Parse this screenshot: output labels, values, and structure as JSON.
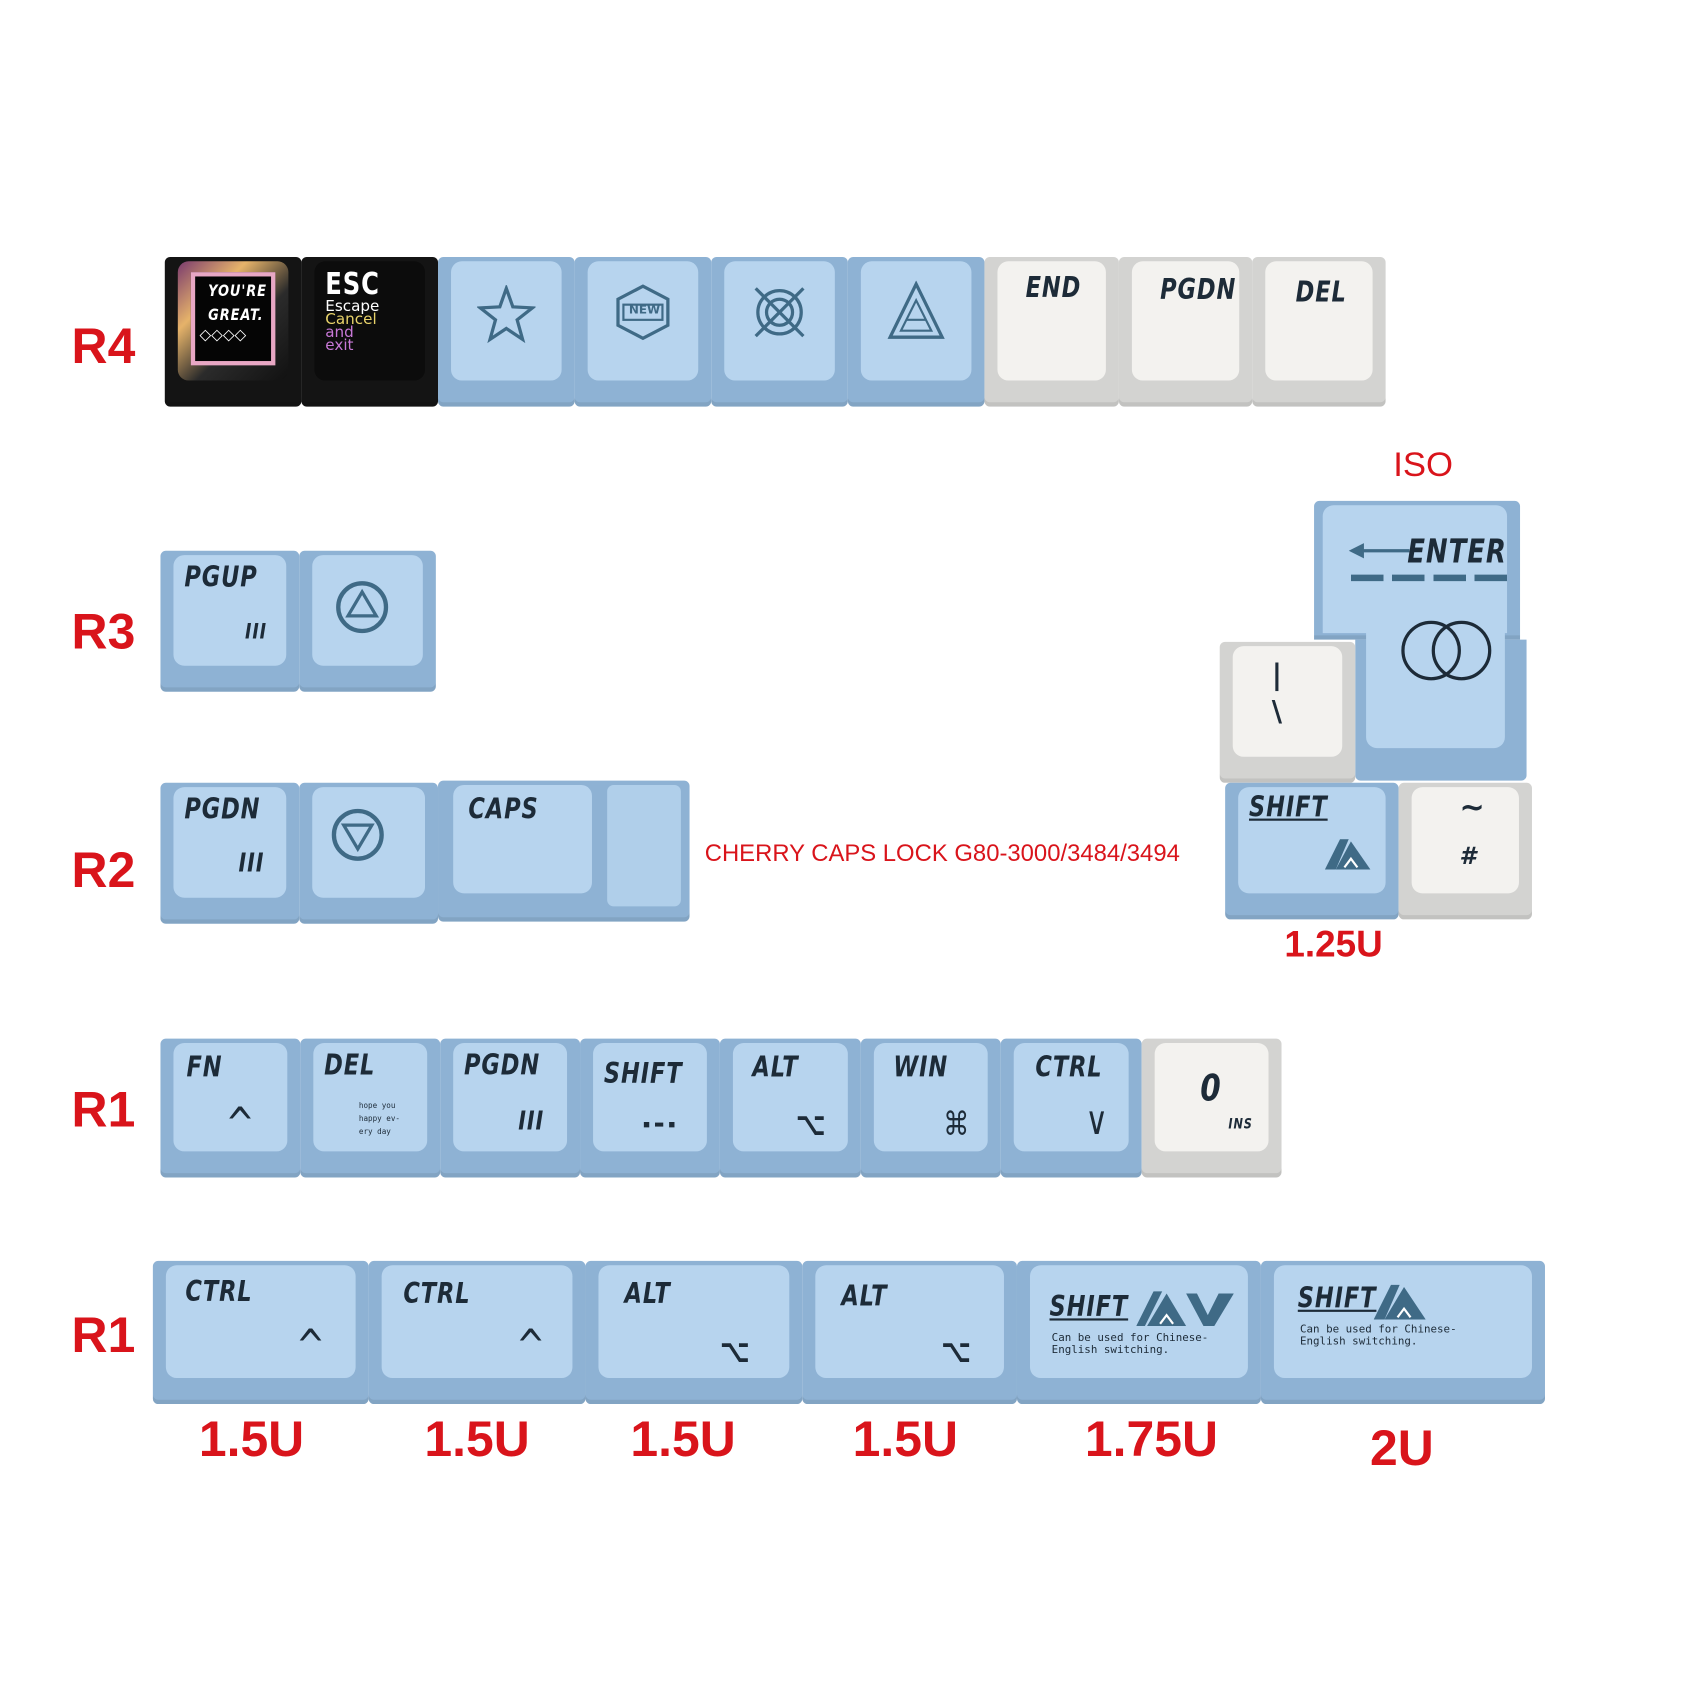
{
  "row_labels": {
    "r4": "R4",
    "r3": "R3",
    "r2": "R2",
    "r1_top": "R1",
    "r1_bottom": "R1"
  },
  "annotations": {
    "iso": "ISO",
    "cherry_note": "CHERRY CAPS LOCK G80-3000/3484/3494",
    "iso_shift_size": "1.25U"
  },
  "r4": {
    "youre_key": {
      "line1": "YOU'RE",
      "line2": "GREAT.",
      "symbols": "◇◇◇◇"
    },
    "esc_key": {
      "title": "ESC",
      "line1": "Escape",
      "line2": "Cancel",
      "line3": "and",
      "line4": "exit"
    },
    "icon_keys": [
      "star-icon",
      "new-hexagon-icon",
      "crossed-circle-icon",
      "triangle-a-icon"
    ],
    "new_badge": "NEW",
    "end": "END",
    "pgdn": "PGDN",
    "del": "DEL"
  },
  "r3": {
    "pgup": "PGUP",
    "pgup_sub": "III",
    "arrow_icon": "up-triangle-circle-icon"
  },
  "iso_block": {
    "enter": "ENTER",
    "enter_icon": "interlocking-rings-icon",
    "backslash_top": "|",
    "backslash_bottom": "\\",
    "shift": "SHIFT",
    "shift_icon": "mountain-logo-icon",
    "tilde": "~",
    "hash": "#"
  },
  "r2": {
    "pgdn": "PGDN",
    "pgdn_sub": "III",
    "arrow_icon": "down-triangle-circle-icon",
    "caps": "CAPS"
  },
  "r1_top": {
    "fn": "FN",
    "fn_sub": "^",
    "del": "DEL",
    "del_note": [
      "hope you",
      "happy ev-",
      "ery day"
    ],
    "pgdn": "PGDN",
    "pgdn_sub": "III",
    "shift": "SHIFT",
    "shift_sub": "▪ ▬ ▪",
    "alt": "ALT",
    "alt_sub": "⌥",
    "win": "WIN",
    "win_sub": "⌘",
    "ctrl": "CTRL",
    "ctrl_sub": "∨",
    "zero": "0",
    "zero_sub": "INS"
  },
  "r1_bottom": {
    "keys": [
      {
        "label": "CTRL",
        "sub": "^",
        "size": "1.5U"
      },
      {
        "label": "CTRL",
        "sub": "^",
        "size": "1.5U"
      },
      {
        "label": "ALT",
        "sub": "⌥",
        "size": "1.5U"
      },
      {
        "label": "ALT",
        "sub": "⌥",
        "size": "1.5U"
      },
      {
        "label": "SHIFT",
        "note": [
          "Can be used for Chinese-",
          "English switching."
        ],
        "size": "1.75U"
      },
      {
        "label": "SHIFT",
        "note": [
          "Can be used for Chinese-",
          "English switching."
        ],
        "size": "2U"
      }
    ]
  },
  "colors": {
    "label_red": "#d9141b",
    "blue_top": "#b7d4ee",
    "blue_side": "#8eb2d4",
    "white_top": "#f3f2ef",
    "white_side": "#d3d3d1",
    "black": "#0c0c0c",
    "legend": "#1d2b38"
  }
}
